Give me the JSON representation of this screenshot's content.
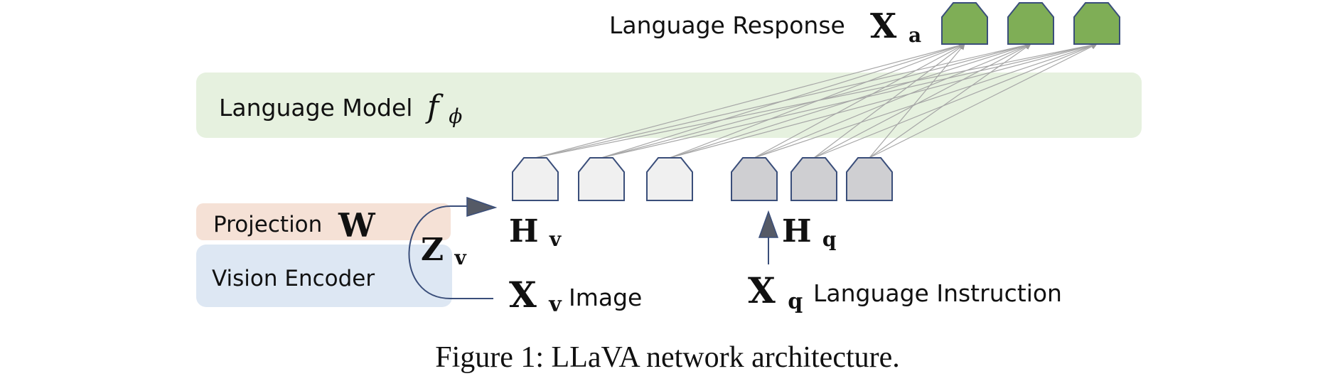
{
  "colors": {
    "language_model_bg": "#e6f1df",
    "projection_bg": "#f5e1d6",
    "vision_encoder_bg": "#dde7f3",
    "response_token_fill": "#7fae56",
    "visual_token_fill": "#f0f0f0",
    "instruction_token_fill": "#cfcfd2",
    "token_stroke": "#3a4e7a",
    "arrow": "#555a66",
    "connection": "#a6a6a6"
  },
  "labels": {
    "language_response": "Language Response",
    "xa_main": "X",
    "xa_sub": "a",
    "language_model": "Language Model",
    "f_main": "f",
    "f_sub": "ϕ",
    "projection": "Projection",
    "w": "W",
    "vision_encoder": "Vision Encoder",
    "zv_main": "Z",
    "zv_sub": "v",
    "hv_main": "H",
    "hv_sub": "v",
    "hq_main": "H",
    "hq_sub": "q",
    "xv_main": "X",
    "xv_sub": "v",
    "image": "Image",
    "xq_main": "X",
    "xq_sub": "q",
    "language_instruction": "Language Instruction"
  },
  "caption": "Figure 1: LLaVA network architecture."
}
